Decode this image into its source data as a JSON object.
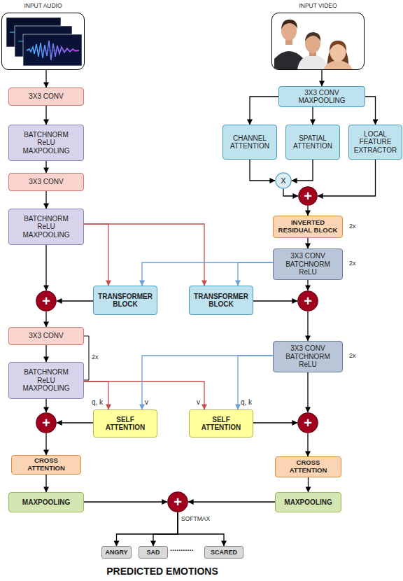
{
  "diagram": {
    "caption": "PREDICTED EMOTIONS",
    "nodes": [
      {
        "text": [
          "INPUT AUDIO"
        ]
      },
      {
        "text": [
          "INPUT VIDEO"
        ]
      },
      {
        "text": [
          "3X3 CONV"
        ]
      },
      {
        "text": [
          "3X3 CONV MAXPOOLING"
        ]
      },
      {
        "text": [
          "BATCHNORM ReLU MAXPOOLING"
        ]
      },
      {
        "text": [
          "CHANNEL ATTENTION"
        ]
      },
      {
        "text": [
          "SPATIAL ATTENTION"
        ]
      },
      {
        "text": [
          "LOCAL FEATURE EXTRACTOR"
        ]
      },
      {
        "text": [
          "3X3 CONV"
        ]
      },
      {
        "text": [
          "X"
        ]
      },
      {
        "text": [
          "+"
        ]
      },
      {
        "text": [
          "BATCHNORM ReLU MAXPOOLING"
        ]
      },
      {
        "text": [
          "INVERTED RESIDUAL BLOCK"
        ]
      },
      {
        "text": [
          "3X3 CONV BATCHNORM ReLU"
        ]
      },
      {
        "text": [
          "+"
        ]
      },
      {
        "text": [
          "TRANSFORMER BLOCK"
        ]
      },
      {
        "text": [
          "TRANSFORMER BLOCK"
        ]
      },
      {
        "text": [
          "+"
        ]
      },
      {
        "text": [
          "3X3 CONV"
        ]
      },
      {
        "text": [
          "3X3 CONV BATCHNORM ReLU"
        ]
      },
      {
        "text": [
          "BATCHNORM ReLU MAXPOOLING"
        ]
      },
      {
        "text": [
          "SELF ATTENTION"
        ]
      },
      {
        "text": [
          "SELF ATTENTION"
        ]
      },
      {
        "text": [
          "+"
        ]
      },
      {
        "text": [
          "+"
        ]
      },
      {
        "text": [
          "CROSS ATTENTION"
        ]
      },
      {
        "text": [
          "CROSS ATTENTION"
        ]
      },
      {
        "text": [
          "MAXPOOLING"
        ]
      },
      {
        "text": [
          "+"
        ]
      },
      {
        "text": [
          "MAXPOOLING"
        ]
      },
      {
        "text": [
          "ANGRY"
        ]
      },
      {
        "text": [
          "SAD"
        ]
      },
      {
        "text": [
          "SCARED"
        ]
      }
    ],
    "edges": [
      {
        "from": 0,
        "to": 2,
        "arrow": "to"
      },
      {
        "from": 2,
        "to": 4,
        "arrow": "to"
      },
      {
        "from": 4,
        "to": 8,
        "arrow": "to"
      },
      {
        "from": 8,
        "to": 11,
        "arrow": "to"
      },
      {
        "from": 11,
        "to": 14,
        "arrow": "to"
      },
      {
        "from": 14,
        "to": 18,
        "arrow": "to"
      },
      {
        "from": 18,
        "to": 20,
        "arrow": "to"
      },
      {
        "from": 20,
        "to": 23,
        "arrow": "to"
      },
      {
        "from": 23,
        "to": 25,
        "arrow": "to"
      },
      {
        "from": 25,
        "to": 27,
        "arrow": "to"
      },
      {
        "from": 27,
        "to": 28,
        "arrow": "to"
      },
      {
        "from": 1,
        "to": 3,
        "arrow": "to"
      },
      {
        "from": 3,
        "to": 5,
        "arrow": "to"
      },
      {
        "from": 3,
        "to": 6,
        "arrow": "to"
      },
      {
        "from": 3,
        "to": 7,
        "arrow": "to"
      },
      {
        "from": 5,
        "to": 9,
        "arrow": "to"
      },
      {
        "from": 6,
        "to": 9,
        "arrow": "to"
      },
      {
        "from": 9,
        "to": 10,
        "arrow": "to"
      },
      {
        "from": 7,
        "to": 10,
        "arrow": "to"
      },
      {
        "from": 10,
        "to": 12,
        "arrow": "to"
      },
      {
        "from": 12,
        "to": 13,
        "arrow": "to"
      },
      {
        "from": 13,
        "to": 17,
        "arrow": "to"
      },
      {
        "from": 17,
        "to": 19,
        "arrow": "to"
      },
      {
        "from": 19,
        "to": 24,
        "arrow": "to"
      },
      {
        "from": 24,
        "to": 26,
        "arrow": "to"
      },
      {
        "from": 26,
        "to": 29,
        "arrow": "to"
      },
      {
        "from": 29,
        "to": 28,
        "arrow": "to"
      },
      {
        "from": 11,
        "to": 15,
        "arrow": "to"
      },
      {
        "from": 11,
        "to": 16,
        "arrow": "to"
      },
      {
        "from": 13,
        "to": 15,
        "arrow": "to"
      },
      {
        "from": 13,
        "to": 16,
        "arrow": "to"
      },
      {
        "from": 15,
        "to": 14,
        "arrow": "to"
      },
      {
        "from": 16,
        "to": 17,
        "arrow": "to"
      },
      {
        "from": 20,
        "to": 21,
        "label": "q, k",
        "arrow": "to"
      },
      {
        "from": 20,
        "to": 22,
        "label": "v",
        "arrow": "to"
      },
      {
        "from": 19,
        "to": 21,
        "label": "v",
        "arrow": "to"
      },
      {
        "from": 19,
        "to": 22,
        "label": "q, k",
        "arrow": "to"
      },
      {
        "from": 21,
        "to": 23,
        "arrow": "to"
      },
      {
        "from": 22,
        "to": 24,
        "arrow": "to"
      },
      {
        "from": 28,
        "to": 30,
        "arrow": "to"
      },
      {
        "from": 28,
        "to": 31,
        "arrow": "to"
      },
      {
        "from": 28,
        "to": 32,
        "arrow": "to"
      }
    ],
    "labels": [
      "2x",
      "2x",
      "2x",
      "2x",
      "SOFTMAX",
      "..........."
    ]
  }
}
